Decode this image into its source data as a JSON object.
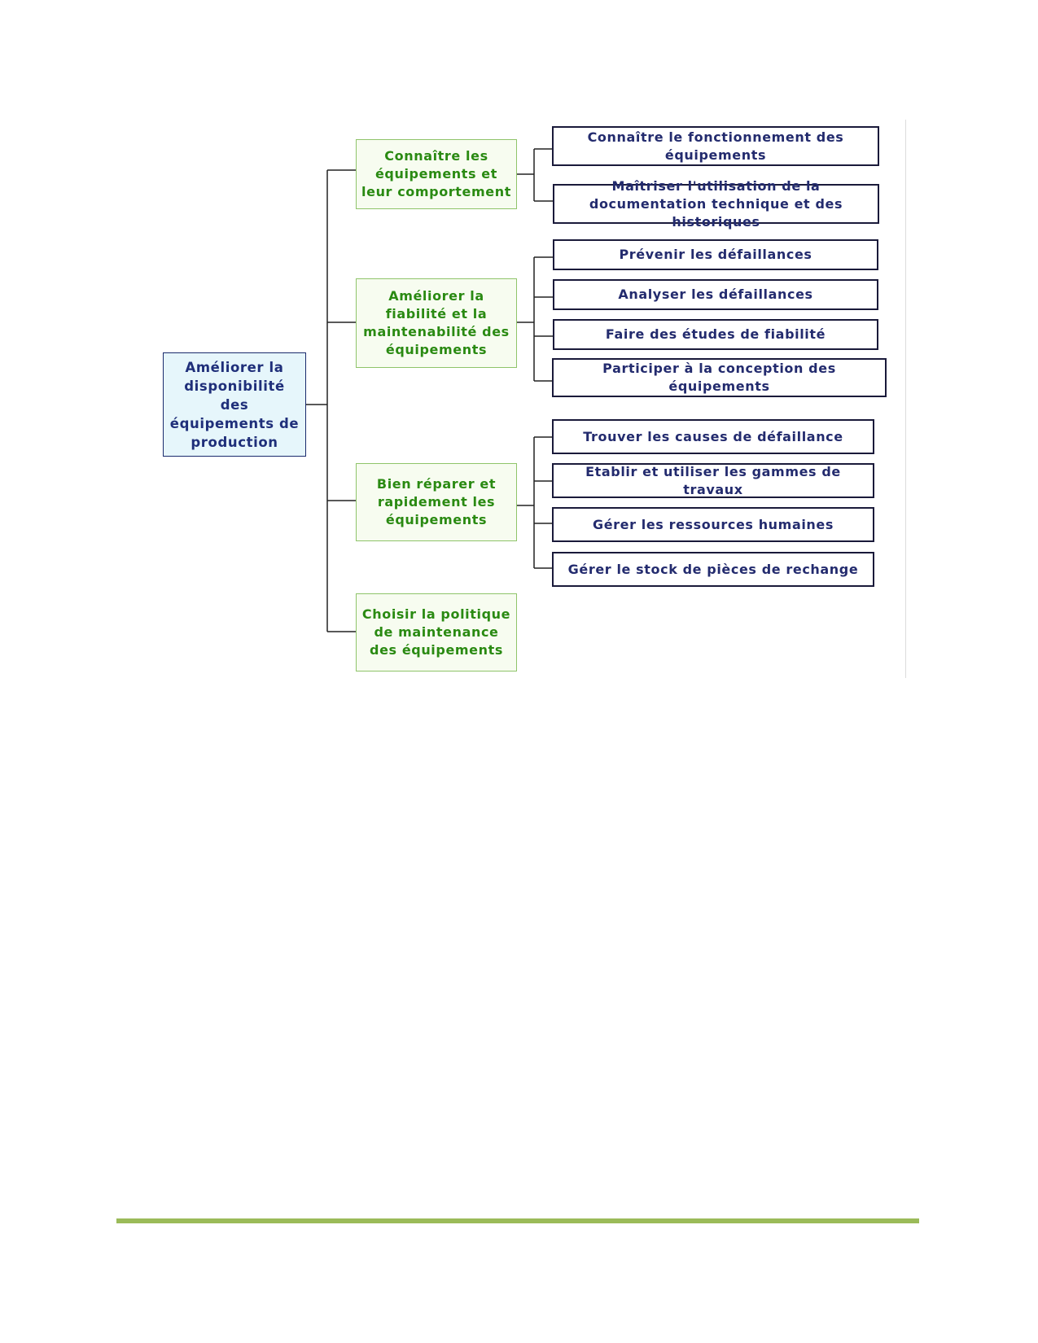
{
  "diagram": {
    "root": {
      "label": "Améliorer la disponibilité des équipements de production"
    },
    "branches": [
      {
        "label": "Connaître les équipements et leur comportement",
        "children": [
          "Connaître le fonctionnement des équipements",
          "Maîtriser l'utilisation de la documentation technique et des historiques"
        ]
      },
      {
        "label": "Améliorer la fiabilité et la maintenabilité des équipements",
        "children": [
          "Prévenir les défaillances",
          "Analyser les défaillances",
          "Faire des études de fiabilité",
          "Participer à la conception des équipements"
        ]
      },
      {
        "label": "Bien réparer et rapidement les équipements",
        "children": [
          "Trouver les causes de défaillance",
          "Etablir et utiliser les gammes de travaux",
          "Gérer les ressources humaines",
          "Gérer le stock de pièces de rechange"
        ]
      },
      {
        "label": "Choisir la politique de maintenance des équipements",
        "children": []
      }
    ]
  },
  "colors": {
    "root_fill": "#e6f6fb",
    "root_text": "#1f2f7a",
    "branch_fill": "#f7fcf0",
    "branch_border": "#8fc46a",
    "branch_text": "#2a8a12",
    "leaf_border": "#1a1a3a",
    "leaf_text": "#232b6e",
    "footer_rule": "#9bbb59"
  }
}
